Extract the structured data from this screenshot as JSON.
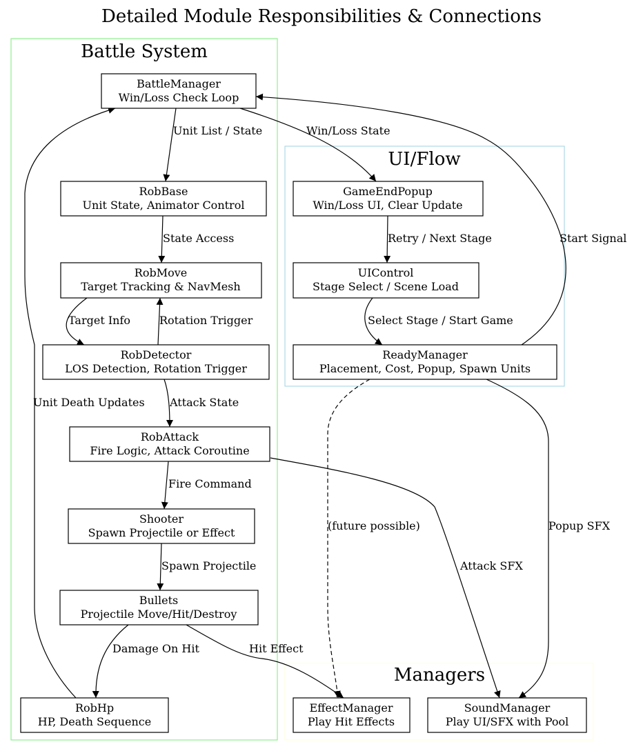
{
  "title": "Detailed Module Responsibilities & Connections",
  "clusters": {
    "battle": {
      "label": "Battle System",
      "color": "#90ee90"
    },
    "ui": {
      "label": "UI/Flow",
      "color": "#add8e6"
    },
    "managers": {
      "label": "Managers",
      "color": "#ffffe0"
    }
  },
  "nodes": {
    "battlemanager": {
      "name": "BattleManager",
      "desc": "Win/Loss Check Loop"
    },
    "robbase": {
      "name": "RobBase",
      "desc": "Unit State, Animator Control"
    },
    "robmove": {
      "name": "RobMove",
      "desc": "Target Tracking & NavMesh"
    },
    "robdetector": {
      "name": "RobDetector",
      "desc": "LOS Detection, Rotation Trigger"
    },
    "robattack": {
      "name": "RobAttack",
      "desc": "Fire Logic, Attack Coroutine"
    },
    "shooter": {
      "name": "Shooter",
      "desc": "Spawn Projectile or Effect"
    },
    "bullets": {
      "name": "Bullets",
      "desc": "Projectile Move/Hit/Destroy"
    },
    "robhp": {
      "name": "RobHp",
      "desc": "HP, Death Sequence"
    },
    "gameendpopup": {
      "name": "GameEndPopup",
      "desc": "Win/Loss UI, Clear Update"
    },
    "uicontrol": {
      "name": "UIControl",
      "desc": "Stage Select / Scene Load"
    },
    "readymanager": {
      "name": "ReadyManager",
      "desc": "Placement, Cost, Popup, Spawn Units"
    },
    "effectmanager": {
      "name": "EffectManager",
      "desc": "Play Hit Effects"
    },
    "soundmanager": {
      "name": "SoundManager",
      "desc": "Play UI/SFX with Pool"
    }
  },
  "edges": {
    "unit_list_state": "Unit List / State",
    "win_loss_state": "Win/Loss State",
    "state_access": "State Access",
    "target_info": "Target Info",
    "rotation_trigger": "Rotation Trigger",
    "attack_state": "Attack State",
    "fire_command": "Fire Command",
    "spawn_projectile": "Spawn Projectile",
    "damage_on_hit": "Damage On Hit",
    "hit_effect": "Hit Effect",
    "unit_death_updates": "Unit Death Updates",
    "retry_next_stage": "Retry / Next Stage",
    "select_stage_start_game": "Select Stage / Start Game",
    "start_signal": "Start Signal",
    "future_possible": "(future possible)",
    "attack_sfx": "Attack SFX",
    "popup_sfx": "Popup SFX"
  }
}
